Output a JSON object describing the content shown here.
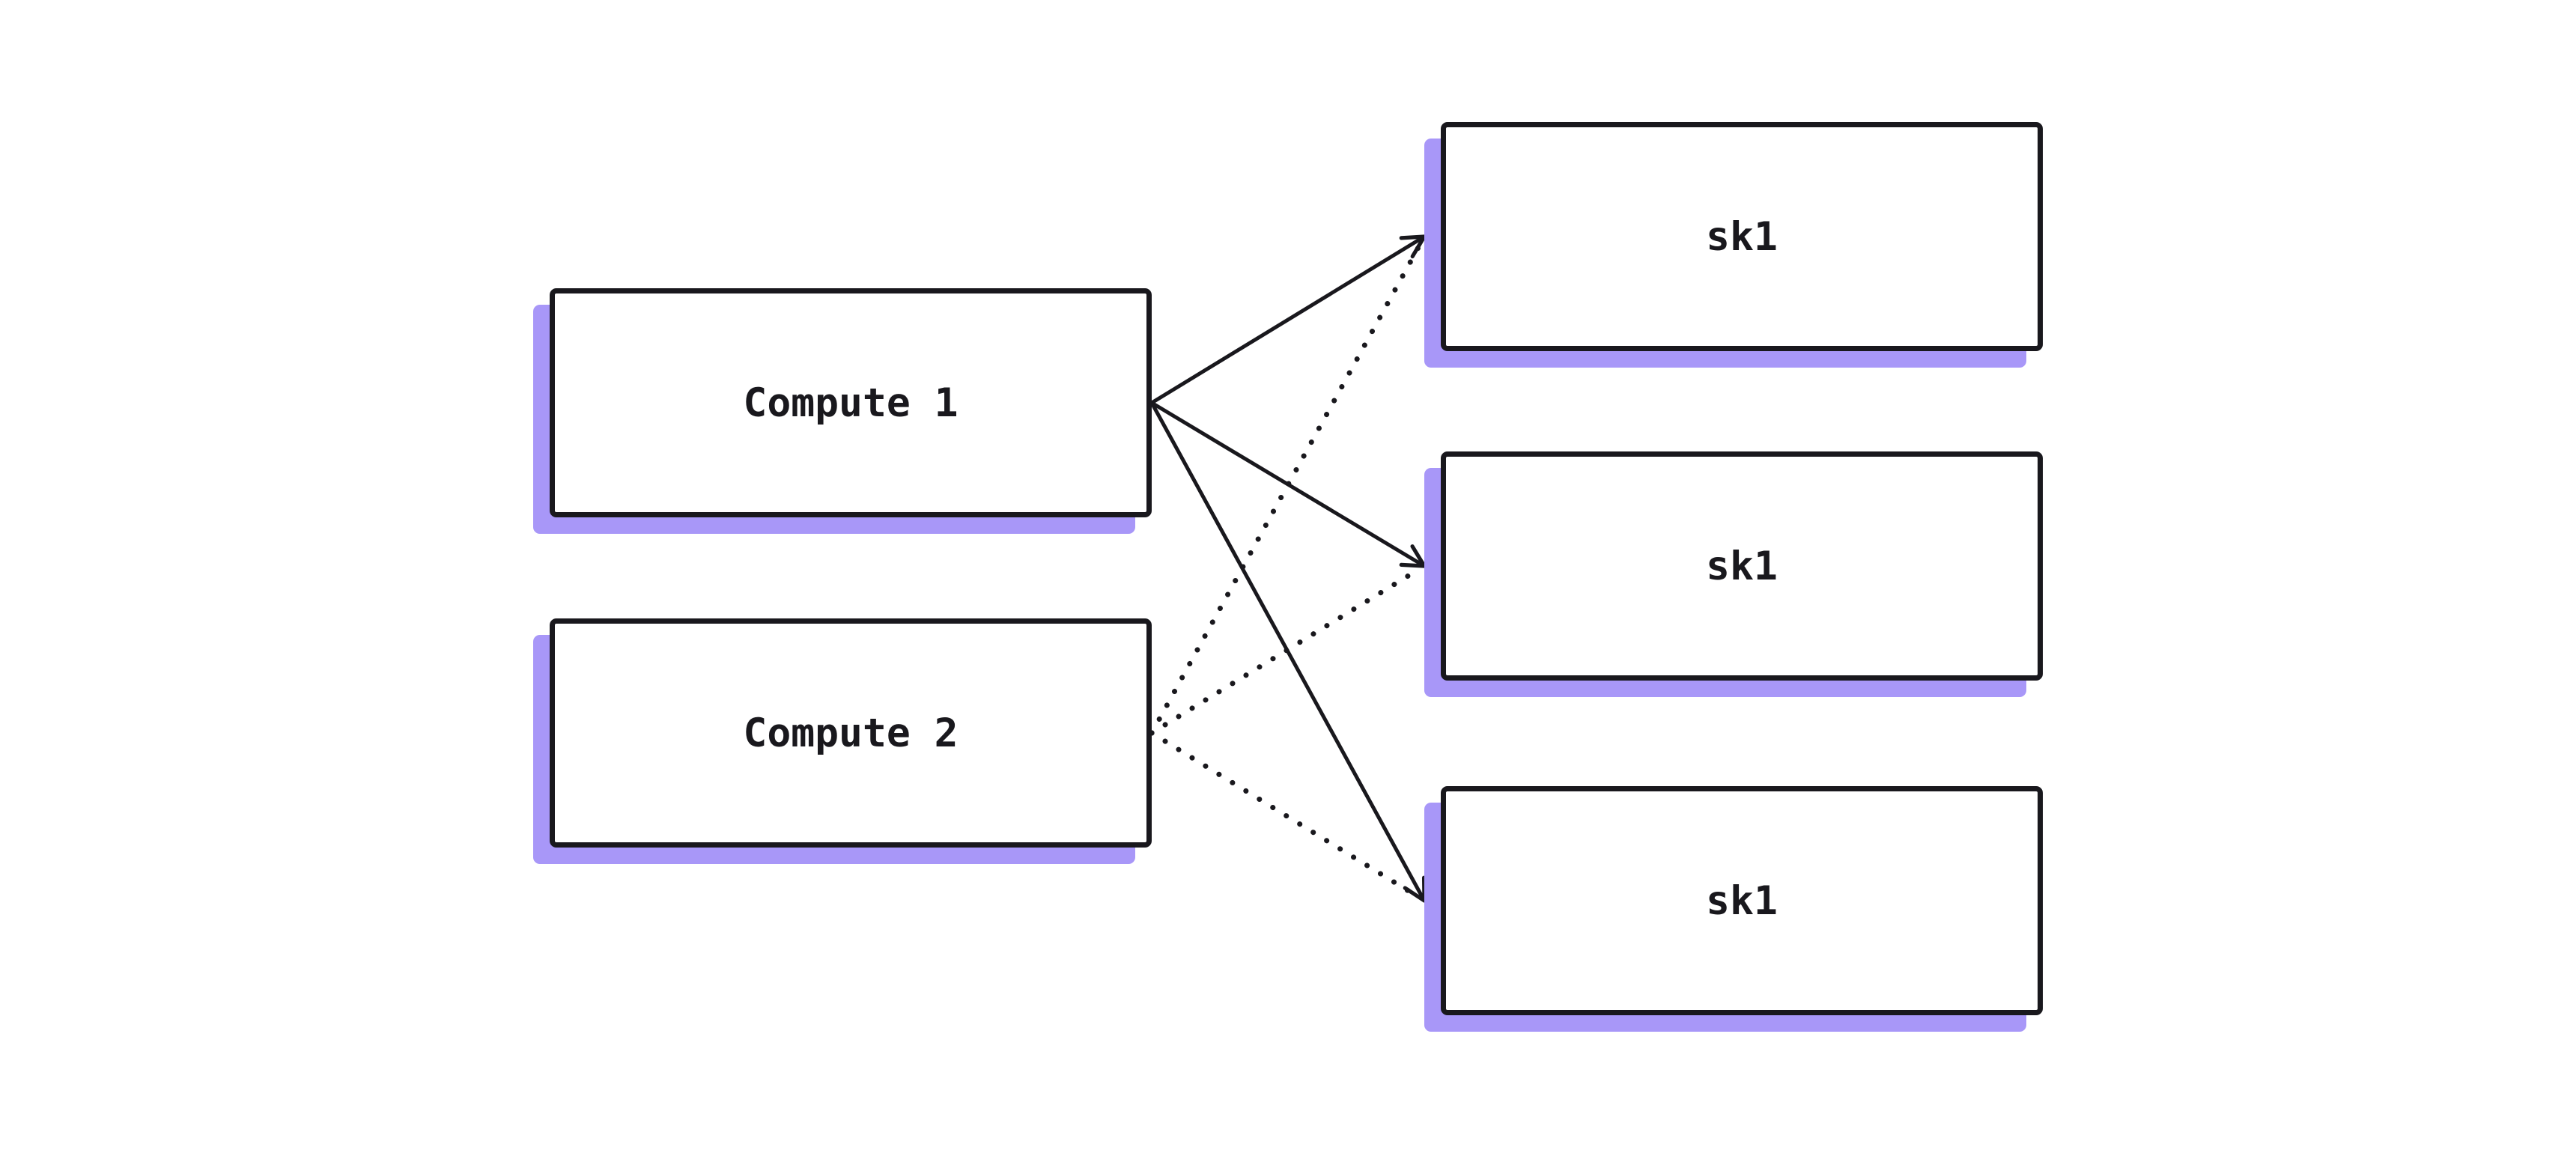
{
  "diagram": {
    "nodes": [
      {
        "id": "compute-1",
        "label": "Compute 1"
      },
      {
        "id": "compute-2",
        "label": "Compute 2"
      },
      {
        "id": "sk1-a",
        "label": "sk1"
      },
      {
        "id": "sk1-b",
        "label": "sk1"
      },
      {
        "id": "sk1-c",
        "label": "sk1"
      }
    ],
    "edges": [
      {
        "from": "compute-1",
        "to": "sk1-a",
        "style": "solid",
        "arrowhead": true
      },
      {
        "from": "compute-1",
        "to": "sk1-b",
        "style": "solid",
        "arrowhead": true
      },
      {
        "from": "compute-1",
        "to": "sk1-c",
        "style": "solid",
        "arrowhead": true
      },
      {
        "from": "compute-2",
        "to": "sk1-a",
        "style": "dotted",
        "arrowhead": false
      },
      {
        "from": "compute-2",
        "to": "sk1-b",
        "style": "dotted",
        "arrowhead": false
      },
      {
        "from": "compute-2",
        "to": "sk1-c",
        "style": "dotted",
        "arrowhead": false
      }
    ]
  },
  "colors": {
    "background": "#ffffff",
    "node_fill": "#ffffff",
    "stroke": "#19181d",
    "shadow": "#a897f8"
  }
}
